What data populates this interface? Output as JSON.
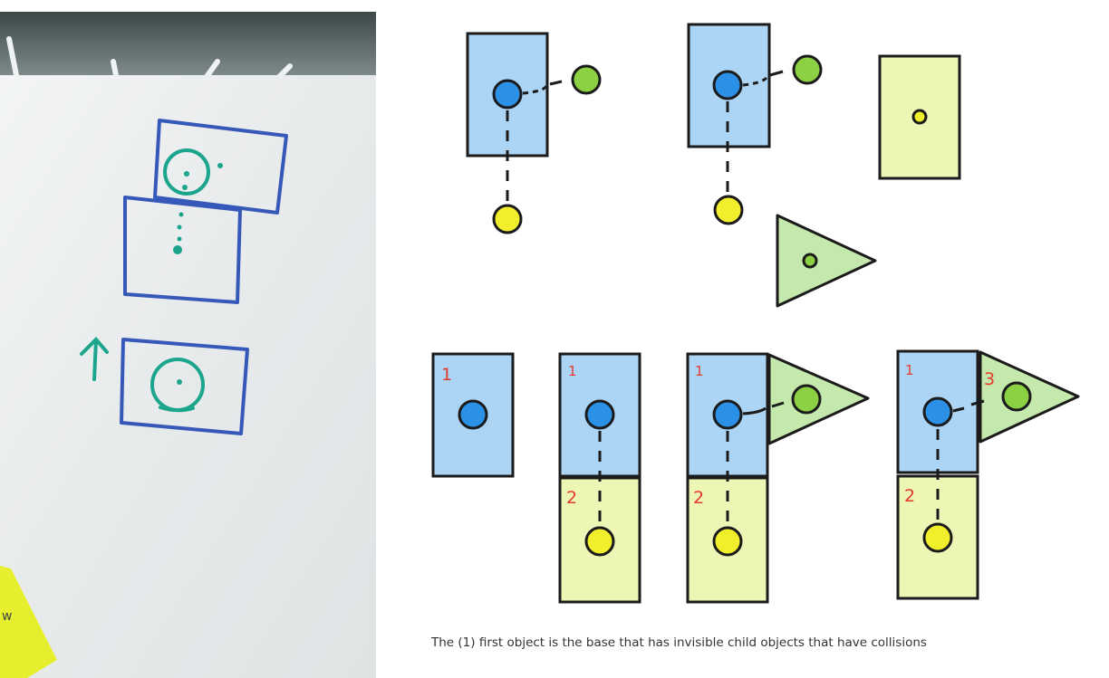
{
  "photo": {
    "sticky_note_text": "w",
    "colors": {
      "wall": "#e9eced",
      "marker_blue": "#3658b8",
      "marker_teal": "#1aa58c",
      "sticky": "#e6ef2d"
    }
  },
  "diagram": {
    "colors": {
      "base_fill": "#acd5f5",
      "base_dot": "#2a91e6",
      "yellow_fill": "#eef6b6",
      "yellow_dot": "#f1ee2c",
      "green_fill": "#c5e8ac",
      "green_dot": "#8cd144",
      "outline": "#1b1b1b",
      "number": "#e33b2b"
    },
    "labels": {
      "one": "1",
      "two": "2",
      "three": "3"
    }
  },
  "caption": "The (1) first object is the base that has invisible child objects that have collisions"
}
